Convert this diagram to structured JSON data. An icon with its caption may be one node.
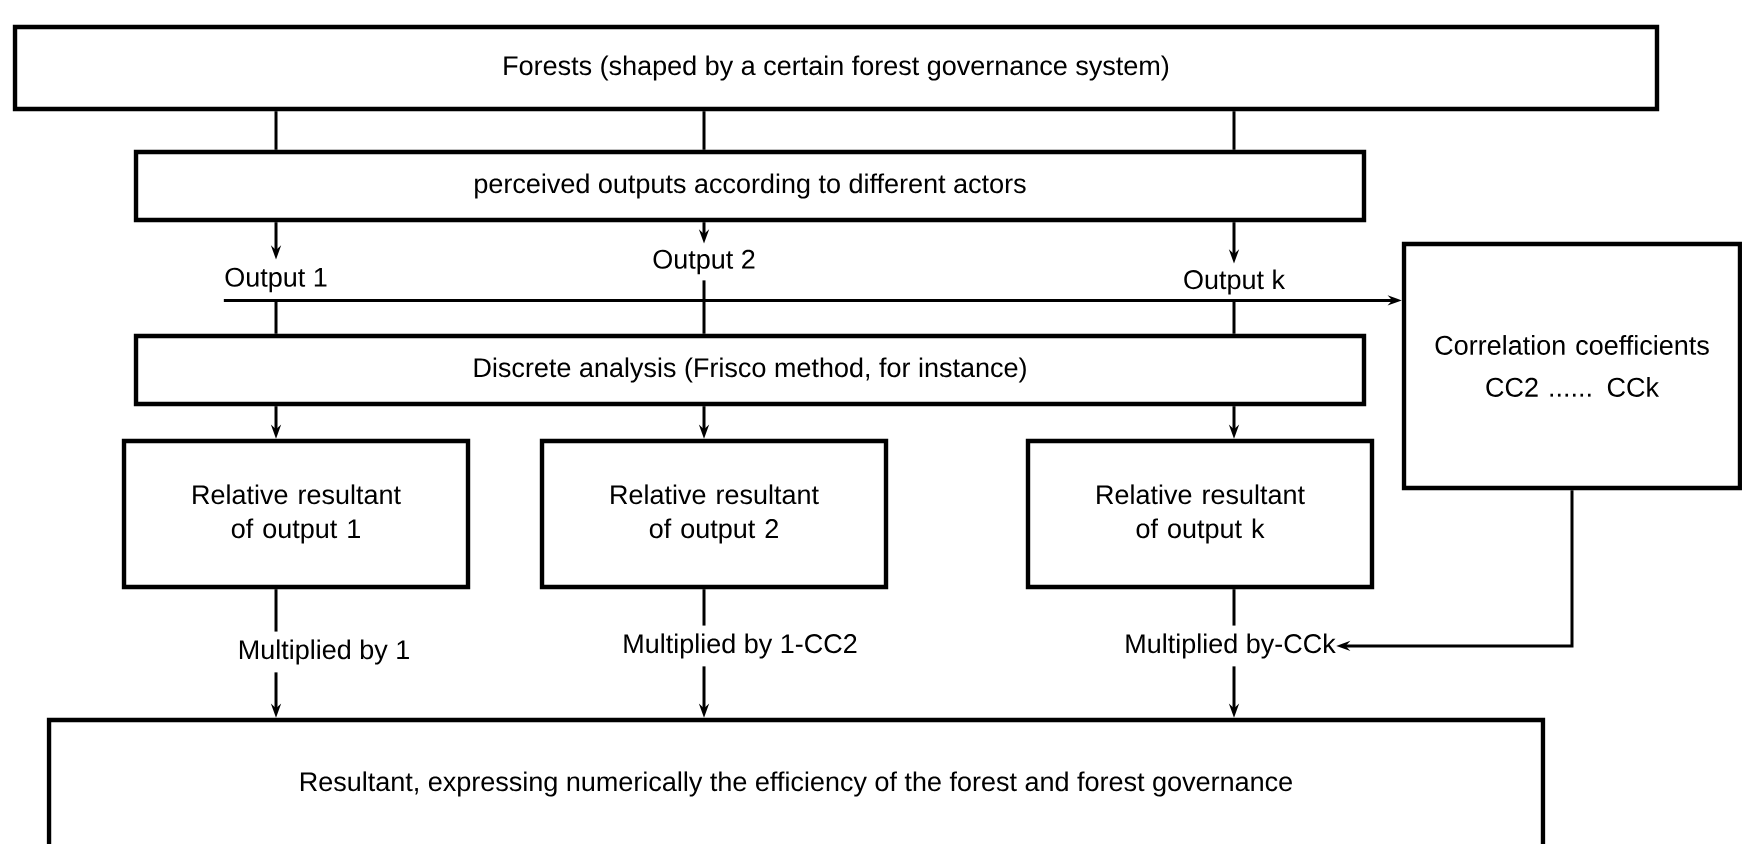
{
  "diagram": {
    "nodes": [
      {
        "text": [
          "Forests (shaped by a certain forest governance system)"
        ]
      },
      {
        "text": [
          "perceived outputs according to different actors"
        ]
      },
      {
        "text": [
          "Output 1"
        ]
      },
      {
        "text": [
          "Output 2"
        ]
      },
      {
        "text": [
          "Output k"
        ]
      },
      {
        "text": [
          "Correlation coefficients",
          "CC2 ...... CCk"
        ]
      },
      {
        "text": [
          "Discrete analysis (Frisco method, for instance)"
        ]
      },
      {
        "text": [
          "Relative resultant of output 1"
        ]
      },
      {
        "text": [
          "Relative resultant of output 2"
        ]
      },
      {
        "text": [
          "Relative resultant of output k"
        ]
      },
      {
        "text": [
          "Multiplied by 1"
        ]
      },
      {
        "text": [
          "Multiplied by 1-CC2"
        ]
      },
      {
        "text": [
          "Multiplied by-CCk"
        ]
      },
      {
        "text": [
          "Resultant, expressing numerically the efficiency of the forest and forest governance"
        ]
      }
    ],
    "edges": [
      {
        "from": 0,
        "to": 1,
        "arrow": "none"
      },
      {
        "from": 0,
        "to": 1,
        "arrow": "none"
      },
      {
        "from": 0,
        "to": 1,
        "arrow": "none"
      },
      {
        "from": 1,
        "to": 2,
        "arrow": "to"
      },
      {
        "from": 1,
        "to": 3,
        "arrow": "to"
      },
      {
        "from": 1,
        "to": 4,
        "arrow": "to"
      },
      {
        "from": 2,
        "to": 5,
        "arrow": "to"
      },
      {
        "from": 2,
        "to": 6,
        "arrow": "none"
      },
      {
        "from": 3,
        "to": 6,
        "arrow": "none"
      },
      {
        "from": 4,
        "to": 6,
        "arrow": "none"
      },
      {
        "from": 6,
        "to": 7,
        "arrow": "to"
      },
      {
        "from": 6,
        "to": 8,
        "arrow": "to"
      },
      {
        "from": 6,
        "to": 9,
        "arrow": "to"
      },
      {
        "from": 7,
        "to": 10,
        "arrow": "none"
      },
      {
        "from": 8,
        "to": 11,
        "arrow": "none"
      },
      {
        "from": 9,
        "to": 12,
        "arrow": "none"
      },
      {
        "from": 10,
        "to": 13,
        "arrow": "to"
      },
      {
        "from": 11,
        "to": 13,
        "arrow": "to"
      },
      {
        "from": 12,
        "to": 13,
        "arrow": "to"
      },
      {
        "from": 5,
        "to": 12,
        "arrow": "to"
      }
    ]
  }
}
